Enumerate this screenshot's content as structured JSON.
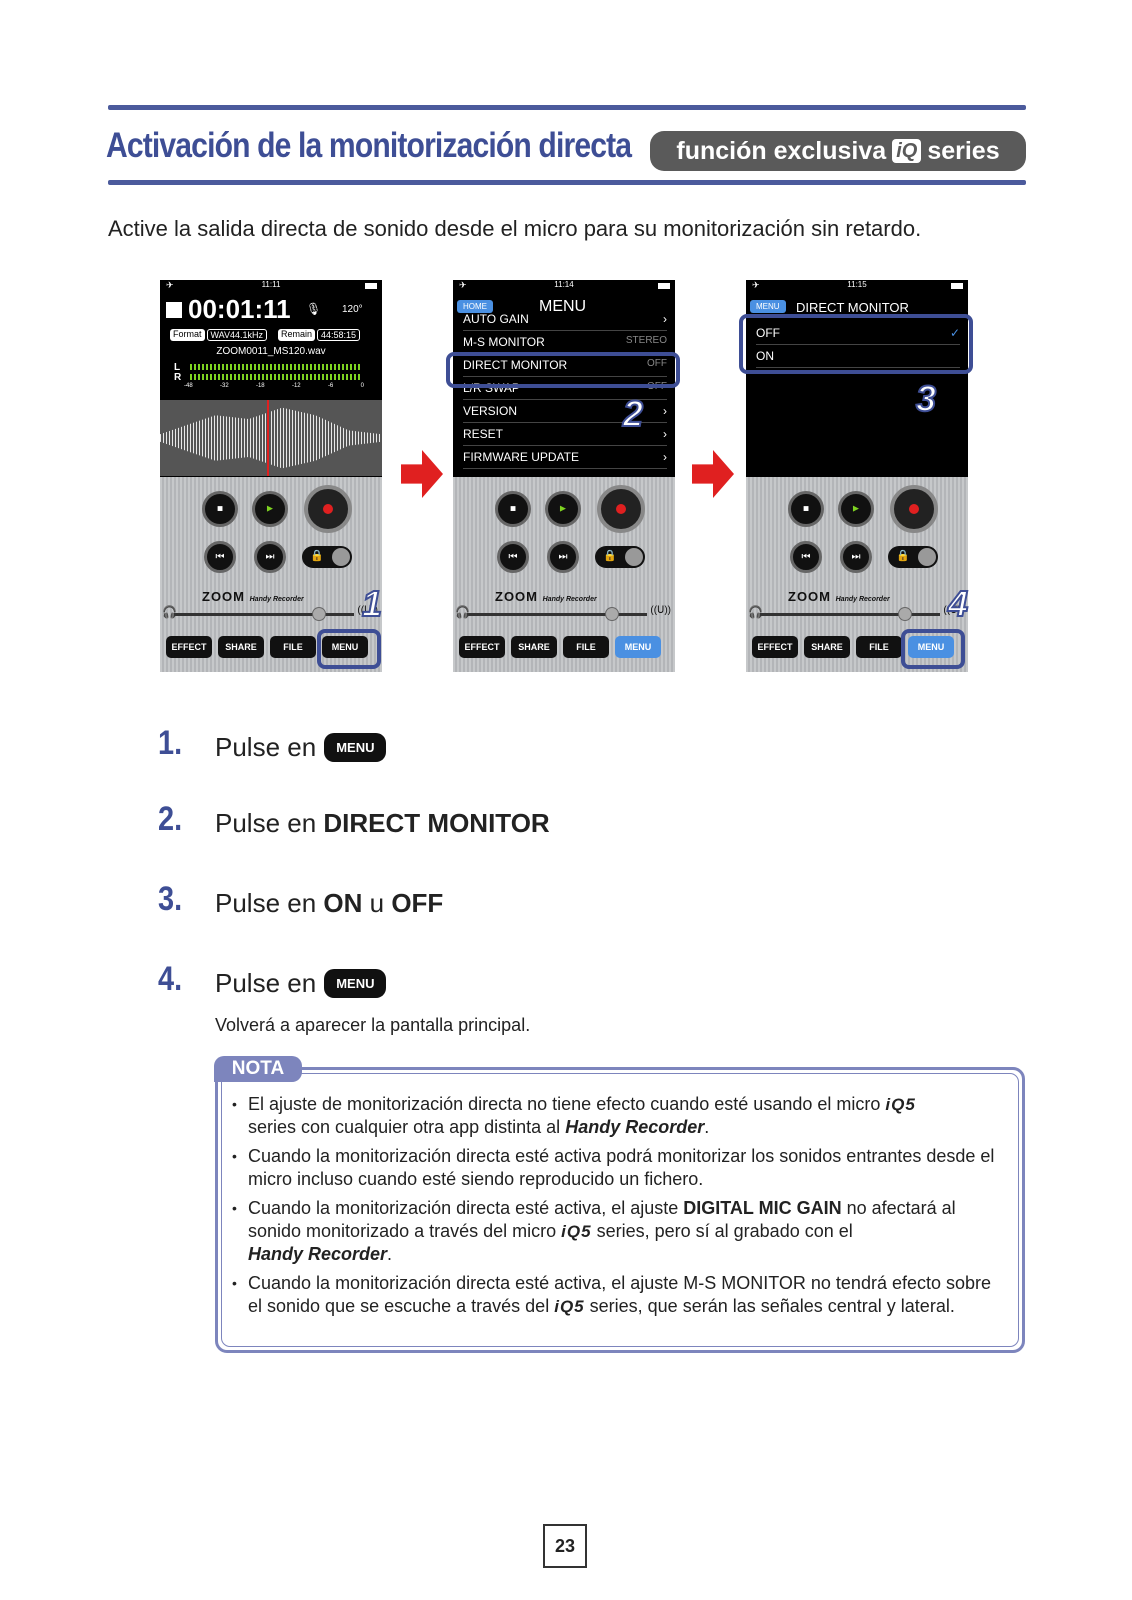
{
  "header": {
    "title": "Activación de la monitorización directa",
    "badge_pre": "función exclusiva",
    "badge_iq": "iQ",
    "badge_post": "series"
  },
  "intro": "Active la salida directa de sonido desde el micro para su monitorización sin retardo.",
  "screens": {
    "s1": {
      "time": "11:11",
      "timer": "00:01:11",
      "degrees": "120°",
      "format_label": "Format",
      "format_value": "WAV44.1kHz",
      "remain_label": "Remain",
      "remain_value": "44:58:15",
      "filename": "ZOOM0011_MS120.wav",
      "scale": [
        "-48",
        "-32",
        "-18",
        "-12",
        "-6",
        "0"
      ],
      "L": "L",
      "R": "R"
    },
    "s2": {
      "time": "11:14",
      "back": "HOME",
      "title": "MENU",
      "items": [
        {
          "label": "AUTO GAIN",
          "value": ""
        },
        {
          "label": "M-S MONITOR",
          "value": "STEREO"
        },
        {
          "label": "DIRECT MONITOR",
          "value": "OFF"
        },
        {
          "label": "L/R SWAP",
          "value": "OFF"
        },
        {
          "label": "VERSION",
          "value": ""
        },
        {
          "label": "RESET",
          "value": ""
        },
        {
          "label": "FIRMWARE UPDATE",
          "value": ""
        }
      ]
    },
    "s3": {
      "time": "11:15",
      "back": "MENU",
      "title": "DIRECT MONITOR",
      "off": "OFF",
      "on": "ON",
      "check": "✓"
    },
    "common": {
      "brand": "ZOOM",
      "brand_sub": "Handy Recorder",
      "tabs": [
        "EFFECT",
        "SHARE",
        "FILE",
        "MENU"
      ]
    },
    "callouts": [
      "1",
      "2",
      "3",
      "4"
    ]
  },
  "steps": [
    {
      "num": "1.",
      "pre": "Pulse en",
      "chip": "MENU"
    },
    {
      "num": "2.",
      "pre": "Pulse en ",
      "bold": "DIRECT MONITOR"
    },
    {
      "num": "3.",
      "pre": "Pulse en ",
      "bold1": "ON",
      "mid": " u ",
      "bold2": "OFF"
    },
    {
      "num": "4.",
      "pre": "Pulse en",
      "chip": "MENU",
      "after": "Volverá a aparecer la pantalla principal."
    }
  ],
  "note": {
    "label": "NOTA",
    "b1_a": "El ajuste de monitorización directa no tiene efecto cuando esté usando el micro",
    "b1_iq": "iQ5",
    "b1_b": "series con cualquier otra app distinta al",
    "b1_app": "Handy Recorder",
    "b1_c": ".",
    "b2": "Cuando la monitorización directa esté activa podrá monitorizar los sonidos entrantes desde el micro incluso cuando esté siendo reproducido un fichero.",
    "b3_a": "Cuando la monitorización directa esté activa, el ajuste",
    "b3_bold": "DIGITAL MIC GAIN",
    "b3_b": "no afectará al sonido monitorizado a través del micro",
    "b3_iq": "iQ5",
    "b3_c": "series, pero sí al grabado con el",
    "b3_app": "Handy Recorder",
    "b3_d": ".",
    "b4_a": "Cuando la monitorización directa esté activa, el ajuste M-S MONITOR no tendrá efecto sobre el sonido que se escuche a través del",
    "b4_iq": "iQ5",
    "b4_b": "series, que serán las señales central y lateral."
  },
  "page_number": "23"
}
